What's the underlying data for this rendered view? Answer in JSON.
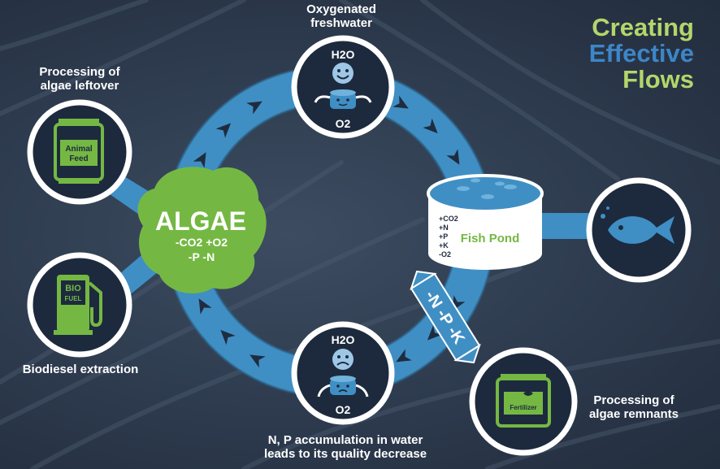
{
  "title": {
    "line1": "Creating",
    "line2": "Effective",
    "line3": "Flows"
  },
  "colors": {
    "background": "#2e3b4f",
    "ring": "#3f8fc4",
    "ring_dark": "#2c5d80",
    "circle": "#1d2a3e",
    "algae": "#74b843",
    "title_green": "#b3d66a",
    "title_blue": "#3d86c8",
    "arrow": "#1f2c40"
  },
  "algae": {
    "title": "ALGAE",
    "line1": "-CO2 +O2",
    "line2": "-P -N"
  },
  "fish_pond": {
    "label": "Fish Pond",
    "nutrients": [
      "+CO2",
      "+N",
      "+P",
      "+K",
      "-O2"
    ]
  },
  "npk": "-N -P -K",
  "top_node": {
    "label_line1": "Oxygenated",
    "label_line2": "freshwater",
    "h2o": "H2O",
    "o2": "O2",
    "mood": "happy"
  },
  "bottom_node": {
    "label_line1": "N, P accumulation in water",
    "label_line2": "leads to its quality decrease",
    "h2o": "H2O",
    "o2": "O2",
    "mood": "sad"
  },
  "animal_feed": {
    "label_line1": "Processing of",
    "label_line2": "algae leftover",
    "bag_line1": "Animal",
    "bag_line2": "Feed",
    "icon": "feed-bag-icon"
  },
  "biofuel": {
    "label": "Biodiesel extraction",
    "pump_line1": "BIO",
    "pump_line2": "FUEL",
    "icon": "fuel-pump-icon"
  },
  "fertilizer": {
    "label_line1": "Processing of",
    "label_line2": "algae remnants",
    "bag_label": "Fertilizer",
    "icon": "fertilizer-bag-icon"
  },
  "fish": {
    "icon": "fish-icon"
  }
}
